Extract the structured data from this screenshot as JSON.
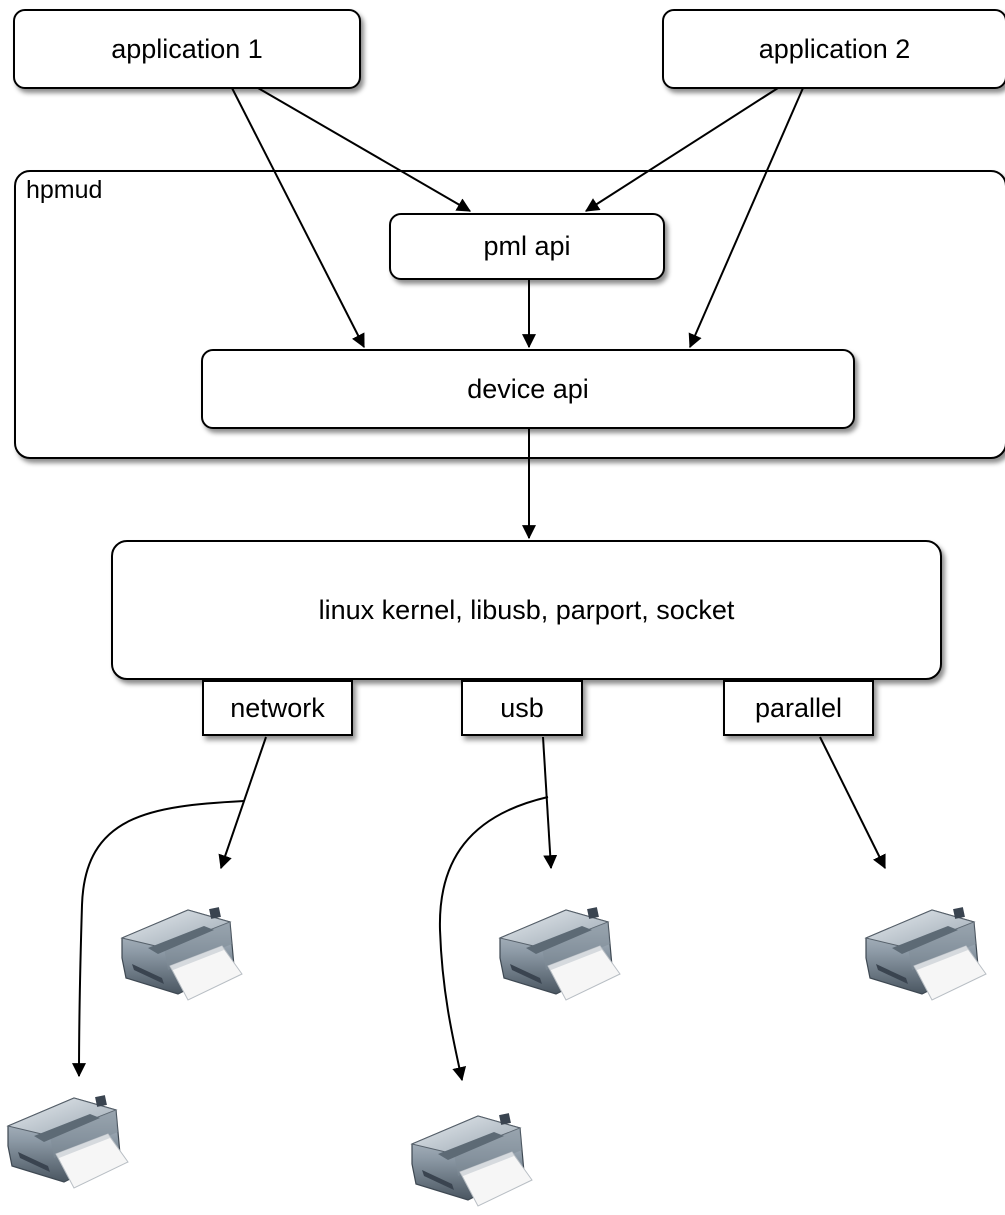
{
  "applications": {
    "app1": "application 1",
    "app2": "application 2"
  },
  "hpmud": {
    "label": "hpmud",
    "pml_api": "pml api",
    "device_api": "device api"
  },
  "kernel": {
    "label": "linux kernel, libusb, parport, socket"
  },
  "ports": {
    "network": "network",
    "usb": "usb",
    "parallel": "parallel"
  },
  "printers": [
    "printer-icon",
    "printer-icon",
    "printer-icon",
    "printer-icon",
    "printer-icon"
  ]
}
